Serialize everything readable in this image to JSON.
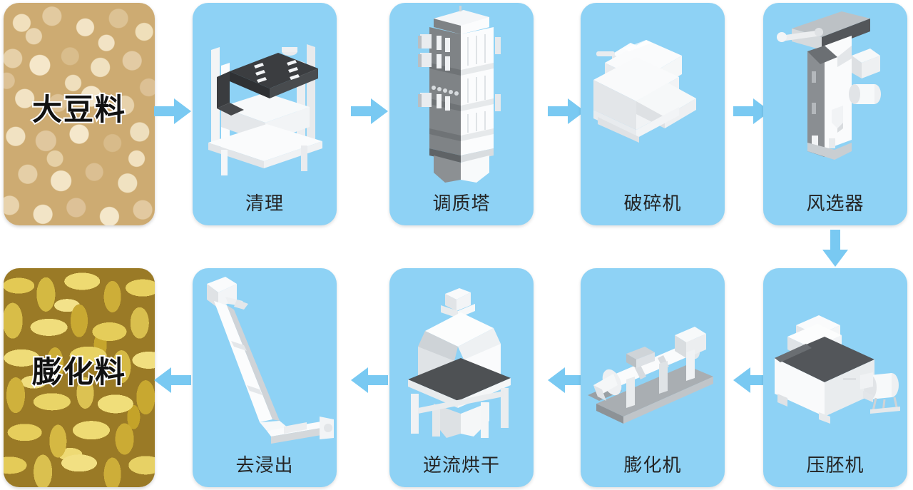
{
  "diagram": {
    "title": "Soybean extrusion pre-treatment process flow",
    "accent_color": "#8ed2f5",
    "panel_color": "#8ed2f5",
    "arrow_color": "#79c9f2",
    "label_color": "#242424",
    "photo_label_color": "#111111",
    "photo_label_stroke": "#ffffff"
  },
  "materials": [
    {
      "id": "soybean-material",
      "label": "大豆料",
      "texture": "soybean-photo",
      "row": "top"
    },
    {
      "id": "extruded-material",
      "label": "膨化料",
      "texture": "extruded-flakes-photo",
      "row": "bottom"
    }
  ],
  "steps_top": [
    {
      "index": 1,
      "label": "清理",
      "icon": "vibrating-cleaning-screen-icon"
    },
    {
      "index": 2,
      "label": "调质塔",
      "icon": "conditioning-tower-icon"
    },
    {
      "index": 3,
      "label": "破碎机",
      "icon": "crusher-machine-icon"
    },
    {
      "index": 4,
      "label": "风选器",
      "icon": "air-separator-icon"
    }
  ],
  "steps_bottom": [
    {
      "index": 5,
      "label": "去浸出",
      "icon": "inclined-conveyor-icon"
    },
    {
      "index": 6,
      "label": "逆流烘干",
      "icon": "counterflow-dryer-icon"
    },
    {
      "index": 7,
      "label": "膨化机",
      "icon": "extruder-machine-icon"
    },
    {
      "index": 8,
      "label": "压胚机",
      "icon": "flaking-mill-icon"
    }
  ],
  "arrows": [
    {
      "id": "arrow-1",
      "direction": "right",
      "from": "大豆料",
      "to": "清理"
    },
    {
      "id": "arrow-2",
      "direction": "right",
      "from": "清理",
      "to": "调质塔"
    },
    {
      "id": "arrow-3",
      "direction": "right",
      "from": "调质塔",
      "to": "破碎机"
    },
    {
      "id": "arrow-4",
      "direction": "right",
      "from": "破碎机",
      "to": "风选器"
    },
    {
      "id": "arrow-5",
      "direction": "down",
      "from": "风选器",
      "to": "压胚机"
    },
    {
      "id": "arrow-6",
      "direction": "left",
      "from": "压胚机",
      "to": "膨化机"
    },
    {
      "id": "arrow-7",
      "direction": "left",
      "from": "膨化机",
      "to": "逆流烘干"
    },
    {
      "id": "arrow-8",
      "direction": "left",
      "from": "逆流烘干",
      "to": "去浸出"
    },
    {
      "id": "arrow-9",
      "direction": "left",
      "from": "去浸出",
      "to": "膨化料"
    }
  ]
}
